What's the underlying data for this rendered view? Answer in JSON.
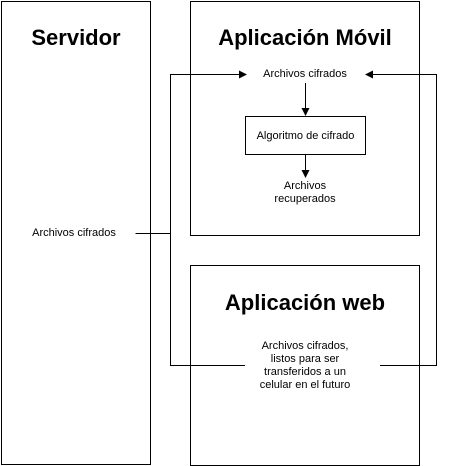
{
  "servidor": {
    "title": "Servidor",
    "label": "Archivos cifrados"
  },
  "app_movil": {
    "title": "Aplicación Móvil",
    "encrypted_label": "Archivos cifrados",
    "algorithm_label": "Algoritmo de cifrado",
    "recovered_line1": "Archivos",
    "recovered_line2": "recuperados"
  },
  "app_web": {
    "title": "Aplicación web",
    "files_line1": "Archivos cifrados,",
    "files_line2": "listos para ser",
    "files_line3": "transferidos a un",
    "files_line4": "celular en el futuro"
  }
}
